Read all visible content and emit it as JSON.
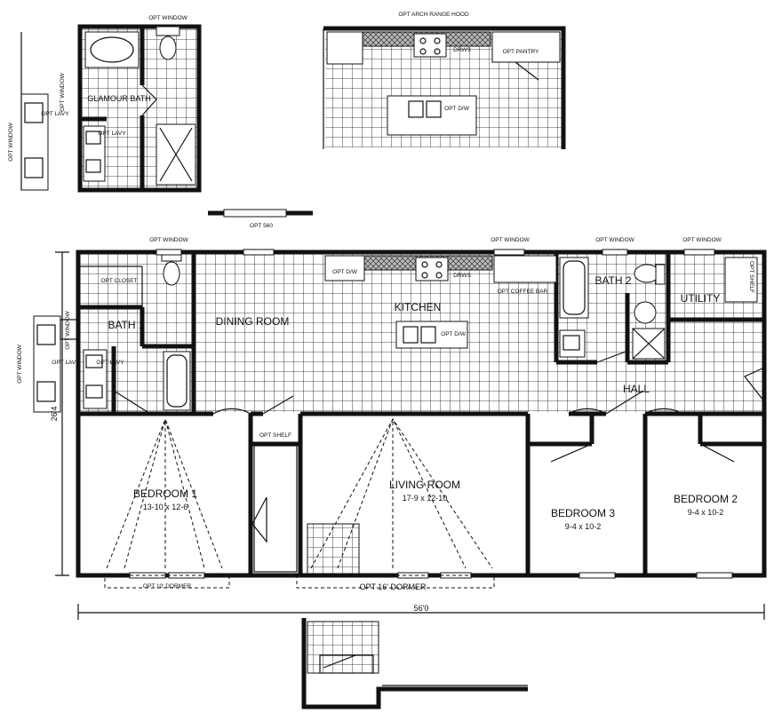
{
  "labels": {
    "glamour_bath": "GLAMOUR BATH",
    "opt_window": "OPT WINDOW",
    "opt_lavy": "OPT LAVY",
    "opt_arch_range_hood": "OPT ARCH RANGE HOOD",
    "drws": "DRWS",
    "opt_pantry": "OPT PANTRY",
    "opt_dw": "OPT D/W",
    "opt_560": "OPT 560",
    "dining_room": "DINING ROOM",
    "kitchen": "KITCHEN",
    "bath1": "BATH 1",
    "bath2": "BATH 2",
    "utility": "UTILITY",
    "hall": "HALL",
    "opt_closet": "OPT CLOSET",
    "opt_coffee_bar": "OPT COFFEE BAR",
    "opt_shelf": "OPT SHELF",
    "bedroom1": "BEDROOM 1",
    "bedroom1_dim": "13-10 x 12-6",
    "living_room": "LIVING ROOM",
    "living_room_dim": "17-9 x 12-10",
    "bedroom3": "BEDROOM 3",
    "bedroom3_dim": "9-4 x 10-2",
    "bedroom2": "BEDROOM 2",
    "bedroom2_dim": "9-4 x 10-2",
    "opt_10_dormer": "OPT 10' DORMER",
    "opt_16_dormer": "OPT 16' DORMER",
    "width_dim": "56'0",
    "depth_dim": "26'4"
  }
}
